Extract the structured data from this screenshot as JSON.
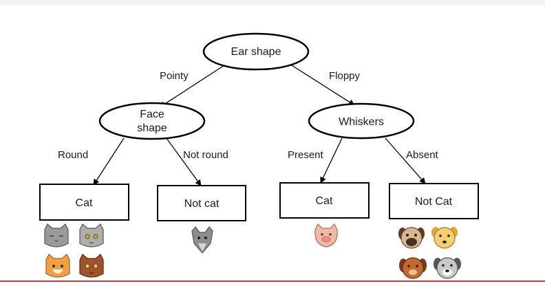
{
  "diagram": {
    "root": {
      "label": "Ear shape"
    },
    "left_node": {
      "label_line1": "Face",
      "label_line2": "shape"
    },
    "right_node": {
      "label": "Whiskers"
    },
    "edges": {
      "pointy": "Pointy",
      "floppy": "Floppy",
      "round": "Round",
      "not_round": "Not round",
      "present": "Present",
      "absent": "Absent"
    },
    "leaves": {
      "cat_left": "Cat",
      "not_cat_left": "Not cat",
      "cat_right": "Cat",
      "not_cat_right": "Not Cat"
    },
    "icons": {
      "cat_left": [
        "gray-cat-icon",
        "gray-cat-icon",
        "orange-cat-icon",
        "brown-cat-icon"
      ],
      "not_cat_left": [
        "gray-wolf-icon"
      ],
      "cat_right": [
        "pink-pig-icon"
      ],
      "not_cat_right": [
        "pug-dog-icon",
        "yellow-dog-icon",
        "brown-dog-icon",
        "gray-dog-icon"
      ]
    },
    "colors": {
      "stroke": "#000000",
      "text": "#1a1a1a",
      "accent_rule": "#c03a3a"
    }
  }
}
